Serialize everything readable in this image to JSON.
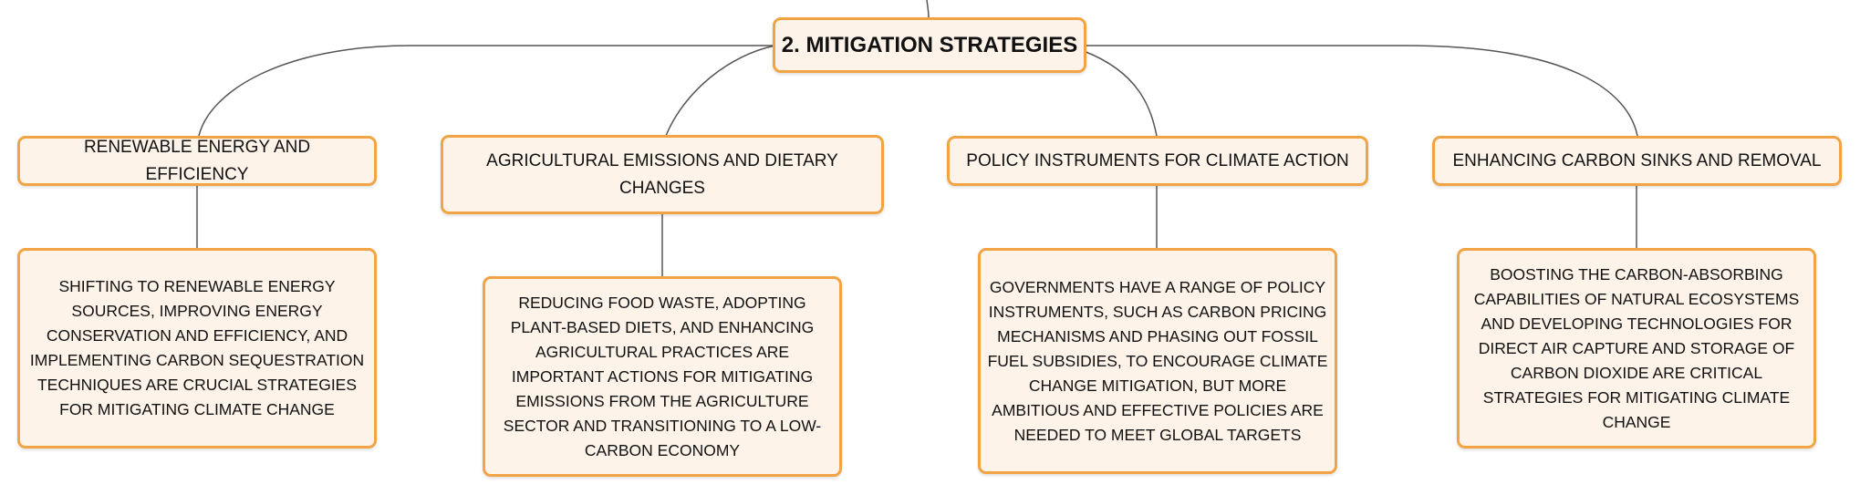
{
  "colors": {
    "node_border": "#f2a445",
    "node_fill": "#fdf3e9",
    "connector": "#555555"
  },
  "root": {
    "title": "2. MITIGATION STRATEGIES"
  },
  "branches": [
    {
      "title": "RENEWABLE ENERGY AND EFFICIENCY",
      "detail": "SHIFTING TO RENEWABLE ENERGY SOURCES, IMPROVING ENERGY CONSERVATION AND EFFICIENCY, AND IMPLEMENTING CARBON SEQUESTRATION TECHNIQUES ARE CRUCIAL STRATEGIES FOR MITIGATING CLIMATE CHANGE"
    },
    {
      "title": "AGRICULTURAL EMISSIONS AND DIETARY CHANGES",
      "detail": "REDUCING FOOD WASTE, ADOPTING PLANT-BASED DIETS, AND ENHANCING AGRICULTURAL PRACTICES ARE IMPORTANT ACTIONS FOR MITIGATING EMISSIONS FROM THE AGRICULTURE SECTOR AND TRANSITIONING TO A LOW-CARBON ECONOMY"
    },
    {
      "title": "POLICY INSTRUMENTS FOR CLIMATE ACTION",
      "detail": "GOVERNMENTS HAVE A RANGE OF POLICY INSTRUMENTS, SUCH AS CARBON PRICING MECHANISMS AND PHASING OUT FOSSIL FUEL SUBSIDIES, TO ENCOURAGE CLIMATE CHANGE MITIGATION, BUT MORE AMBITIOUS AND EFFECTIVE POLICIES ARE NEEDED TO MEET GLOBAL TARGETS"
    },
    {
      "title": "ENHANCING CARBON SINKS AND REMOVAL",
      "detail": "BOOSTING THE CARBON-ABSORBING CAPABILITIES OF NATURAL ECOSYSTEMS AND DEVELOPING TECHNOLOGIES FOR DIRECT AIR CAPTURE AND STORAGE OF CARBON DIOXIDE ARE CRITICAL STRATEGIES FOR MITIGATING CLIMATE CHANGE"
    }
  ]
}
